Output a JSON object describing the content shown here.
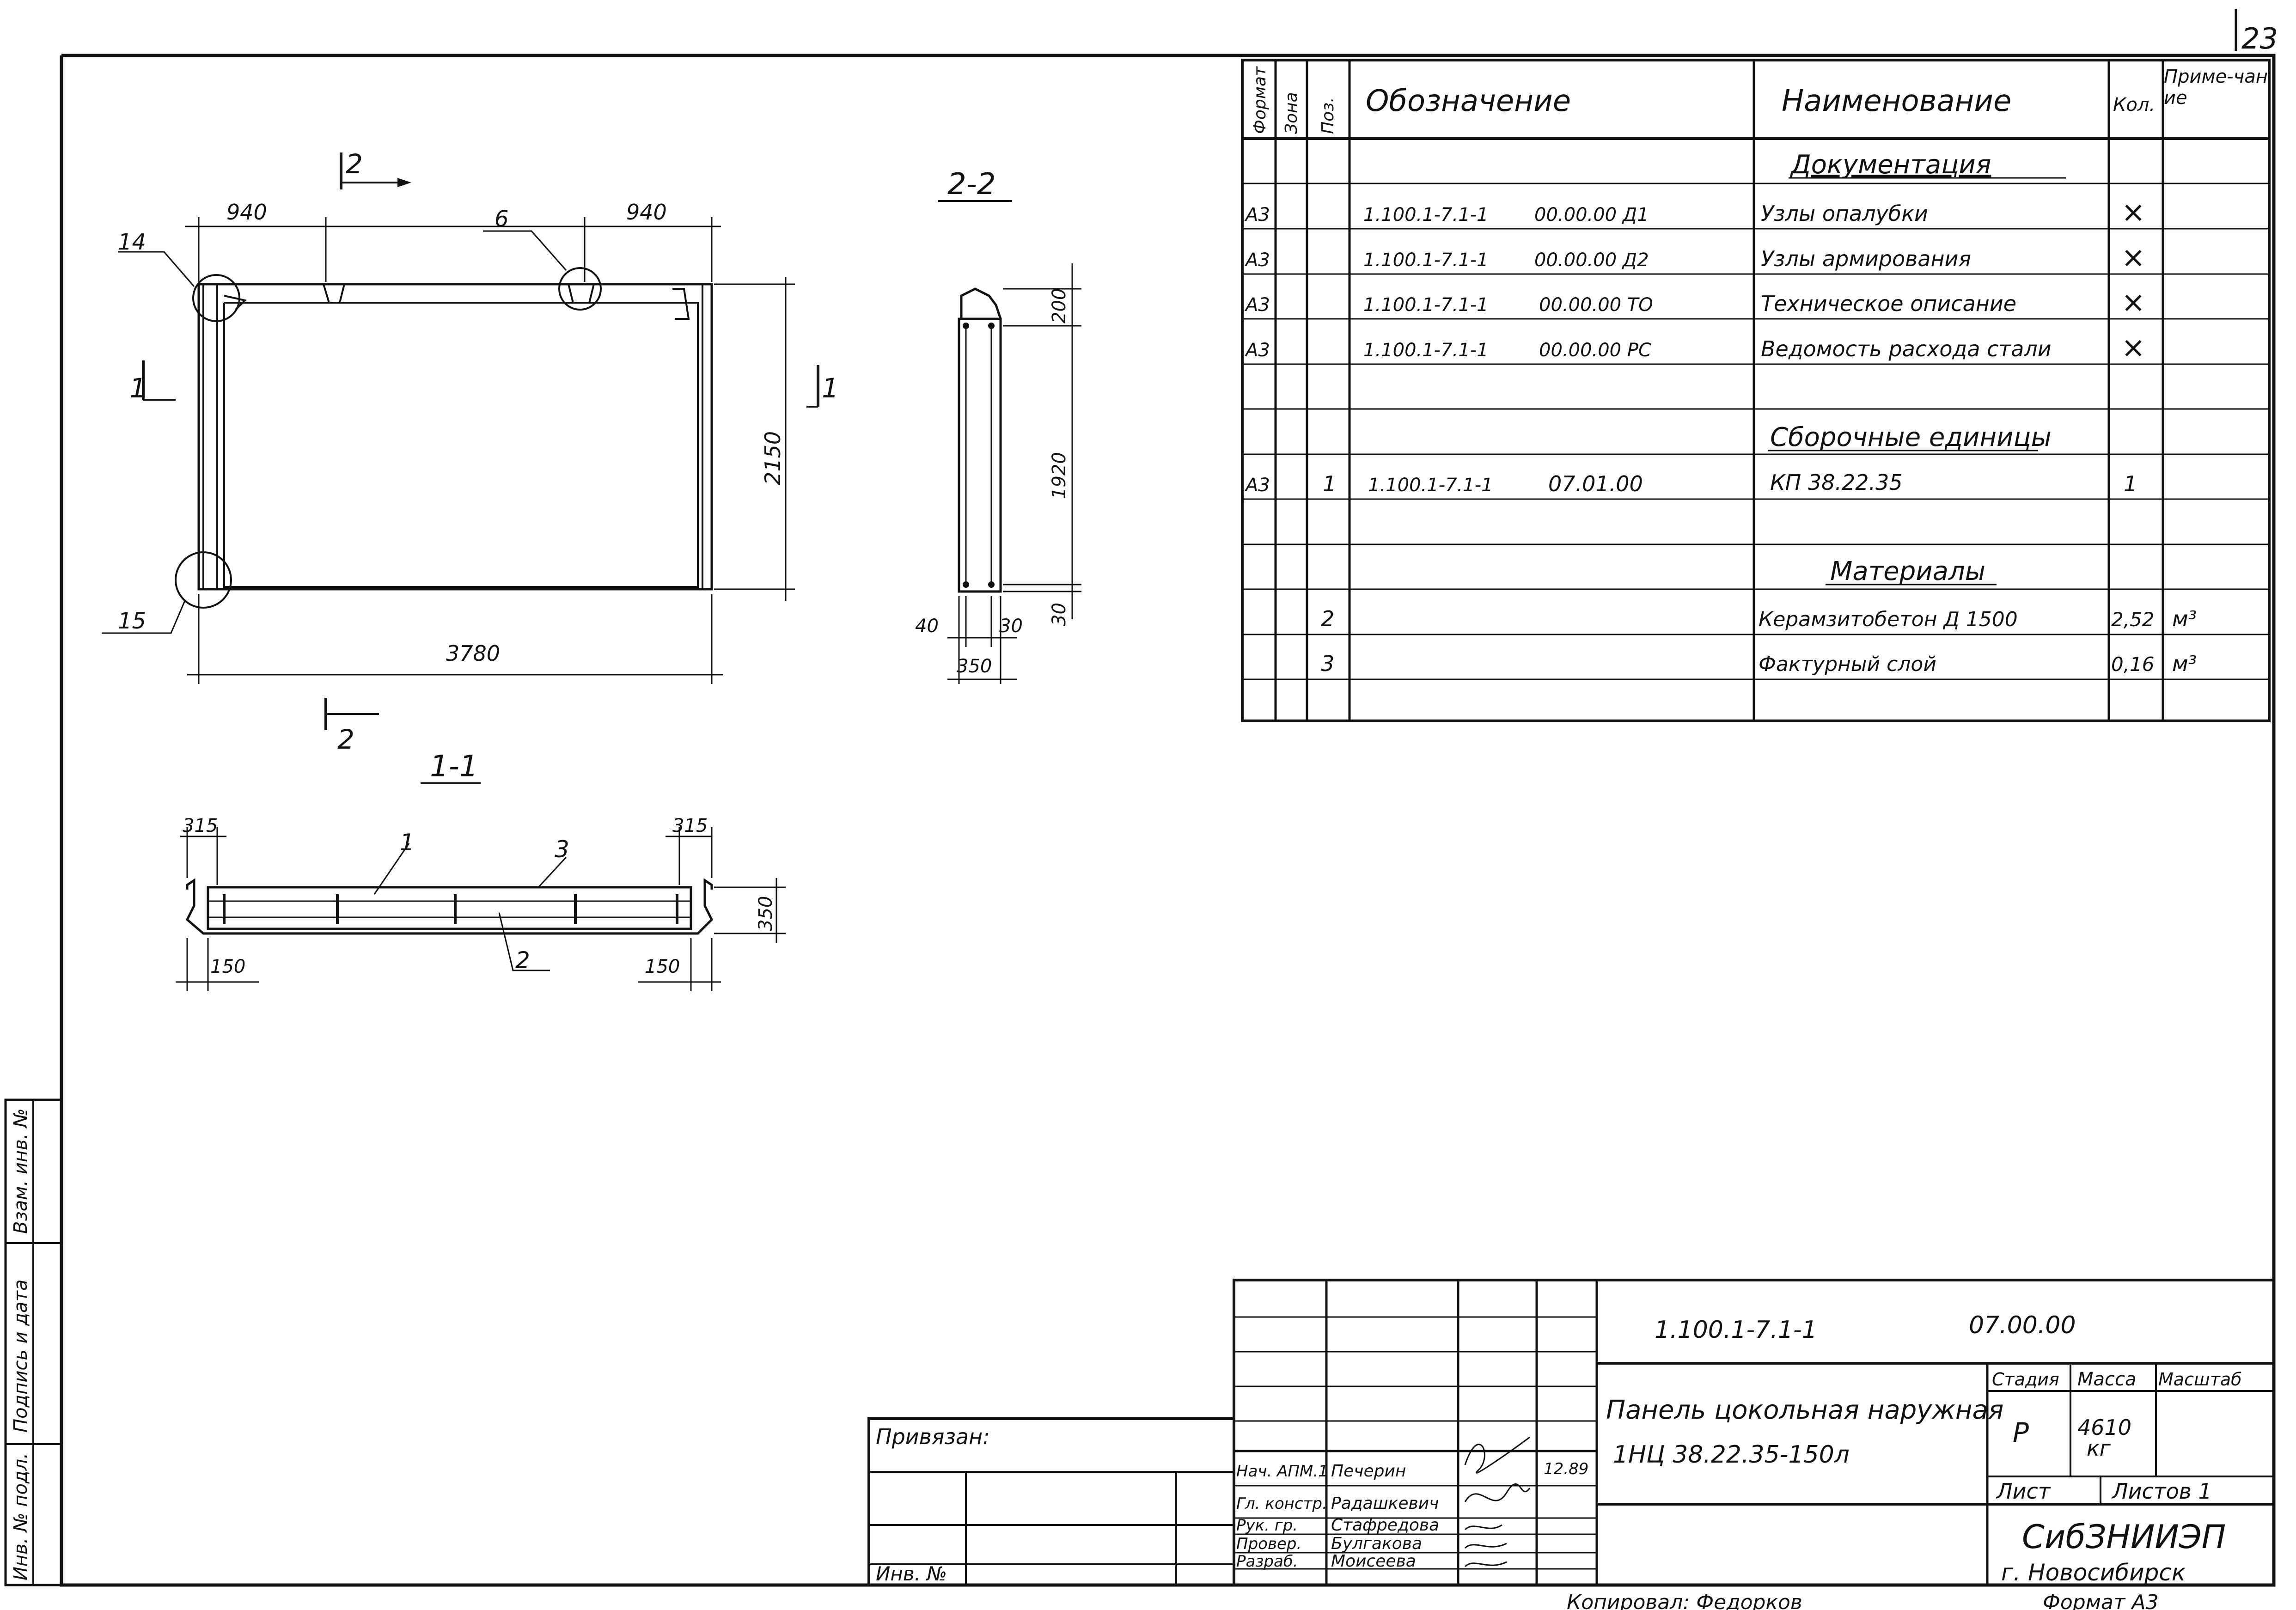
{
  "page_number": "23",
  "drawing": {
    "plan": {
      "dims": {
        "left_top": "940",
        "right_top": "940",
        "height": "2150",
        "width": "3780"
      },
      "callouts": {
        "top_left": "14",
        "bottom_left": "15",
        "top_mid": "6"
      },
      "section_marks": {
        "top": "2",
        "bottom": "2",
        "left": "1",
        "right": "1"
      }
    },
    "section_2_2": {
      "title": "2-2",
      "dims": {
        "top": "200",
        "middle": "1920",
        "bottom": "30",
        "left": "40",
        "right": "30",
        "width": "350"
      }
    },
    "section_1_1": {
      "title": "1-1",
      "dims": {
        "top_left": "315",
        "top_right": "315",
        "bottom_left": "150",
        "bottom_right": "150",
        "thickness": "350"
      },
      "labels": {
        "a": "1",
        "b": "3",
        "c": "2"
      }
    }
  },
  "spec_table": {
    "headers": {
      "format": "Формат",
      "zone": "Зона",
      "pos": "Поз.",
      "designation": "Обозначение",
      "name": "Наименование",
      "qty": "Кол.",
      "note": "Приме-чание"
    },
    "sections": {
      "docs": "Документация",
      "assemblies": "Сборочные единицы",
      "materials": "Материалы"
    },
    "doc_rows": [
      {
        "format": "А3",
        "designation": "1.100.1-7.1-1",
        "code": "00.00.00 Д1",
        "name": "Узлы опалубки",
        "qty": "×"
      },
      {
        "format": "А3",
        "designation": "1.100.1-7.1-1",
        "code": "00.00.00 Д2",
        "name": "Узлы армирования",
        "qty": "×"
      },
      {
        "format": "А3",
        "designation": "1.100.1-7.1-1",
        "code": "00.00.00 ТО",
        "name": "Техническое описание",
        "qty": "×"
      },
      {
        "format": "А3",
        "designation": "1.100.1-7.1-1",
        "code": "00.00.00 РС",
        "name": "Ведомость расхода стали",
        "qty": "×"
      }
    ],
    "assembly_row": {
      "format": "А3",
      "pos": "1",
      "designation": "1.100.1-7.1-1",
      "code": "07.01.00",
      "name": "КП 38.22.35",
      "qty": "1"
    },
    "material_rows": [
      {
        "pos": "2",
        "name": "Керамзитобетон Д 1500",
        "qty": "2,52",
        "note": "м³"
      },
      {
        "pos": "3",
        "name": "Фактурный слой",
        "qty": "0,16",
        "note": "м³"
      }
    ]
  },
  "title_block": {
    "code": "1.100.1-7.1-1",
    "code2": "07.00.00",
    "title_line1": "Панель цокольная наружная",
    "title_line2": "1НЦ 38.22.35-150л",
    "stage_label": "Стадия",
    "mass_label": "Масса",
    "scale_label": "Масштаб",
    "stage": "Р",
    "mass": "4610",
    "mass_unit": "кг",
    "sheet_label": "Лист",
    "sheets_label": "Листов 1",
    "org": "СибЗНИИЭП",
    "city": "г. Новосибирск",
    "date": "12.89",
    "bound": "Привязан:",
    "inv": "Инв. №",
    "roles": [
      {
        "role": "Нач. АПМ.1",
        "name": "Печерин"
      },
      {
        "role": "Гл. констр.",
        "name": "Радашкевич"
      },
      {
        "role": "Рук. гр.",
        "name": "Стафредова"
      },
      {
        "role": "Провер.",
        "name": "Булгакова"
      },
      {
        "role": "Разраб.",
        "name": "Моисеева"
      }
    ]
  },
  "side_stamp": {
    "f1": "Взам. инв. №",
    "f2": "Подпись и дата",
    "f3": "Инв. № подл."
  },
  "footer": {
    "copied": "Копировал: Федорков",
    "format": "Формат А3"
  }
}
